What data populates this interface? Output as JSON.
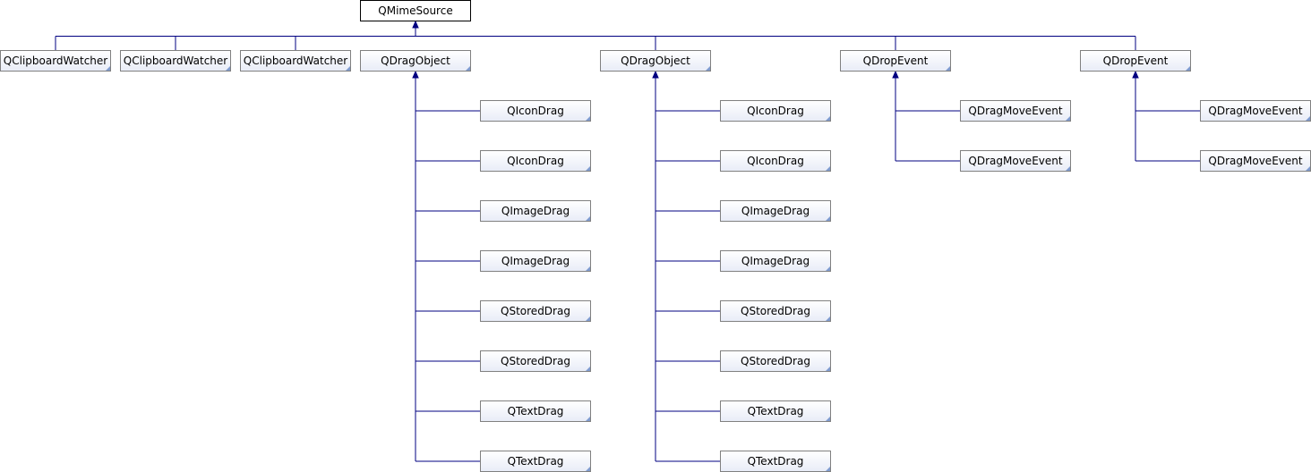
{
  "diagram": {
    "type": "class-inheritance-graph",
    "colors": {
      "edge": "#000080",
      "node_border": "#808080",
      "node_fill_top": "#ffffff",
      "node_fill_bottom": "#e8ecf7",
      "root_fill": "#ffffff",
      "corner_marker": "#7f9bcf"
    },
    "root": {
      "label": "QMimeSource"
    },
    "children": [
      {
        "label": "QClipboardWatcher",
        "subclasses": []
      },
      {
        "label": "QClipboardWatcher",
        "subclasses": []
      },
      {
        "label": "QClipboardWatcher",
        "subclasses": []
      },
      {
        "label": "QDragObject",
        "subclasses": [
          "QIconDrag",
          "QIconDrag",
          "QImageDrag",
          "QImageDrag",
          "QStoredDrag",
          "QStoredDrag",
          "QTextDrag",
          "QTextDrag"
        ]
      },
      {
        "label": "QDragObject",
        "subclasses": [
          "QIconDrag",
          "QIconDrag",
          "QImageDrag",
          "QImageDrag",
          "QStoredDrag",
          "QStoredDrag",
          "QTextDrag",
          "QTextDrag"
        ]
      },
      {
        "label": "QDropEvent",
        "subclasses": [
          "QDragMoveEvent",
          "QDragMoveEvent"
        ]
      },
      {
        "label": "QDropEvent",
        "subclasses": [
          "QDragMoveEvent",
          "QDragMoveEvent"
        ]
      }
    ]
  }
}
